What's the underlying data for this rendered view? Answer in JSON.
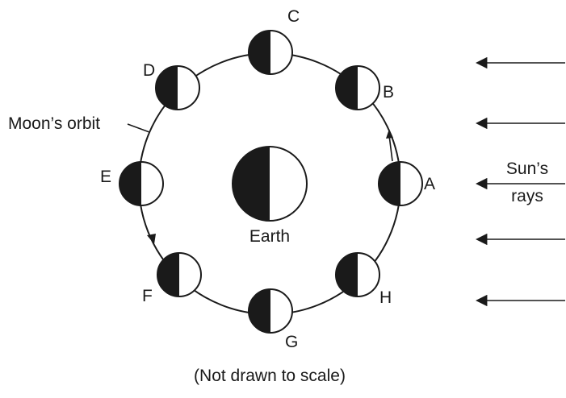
{
  "labels": {
    "earth": "Earth",
    "orbit": "Moon’s orbit",
    "sun_line1": "Sun’s",
    "sun_line2": "rays",
    "caption": "(Not drawn to scale)"
  },
  "moons": [
    {
      "key": "A",
      "label": "A"
    },
    {
      "key": "B",
      "label": "B"
    },
    {
      "key": "C",
      "label": "C"
    },
    {
      "key": "D",
      "label": "D"
    },
    {
      "key": "E",
      "label": "E"
    },
    {
      "key": "F",
      "label": "F"
    },
    {
      "key": "G",
      "label": "G"
    },
    {
      "key": "H",
      "label": "H"
    }
  ],
  "colors": {
    "ink": "#1a1a1a",
    "lit": "#ffffff"
  }
}
